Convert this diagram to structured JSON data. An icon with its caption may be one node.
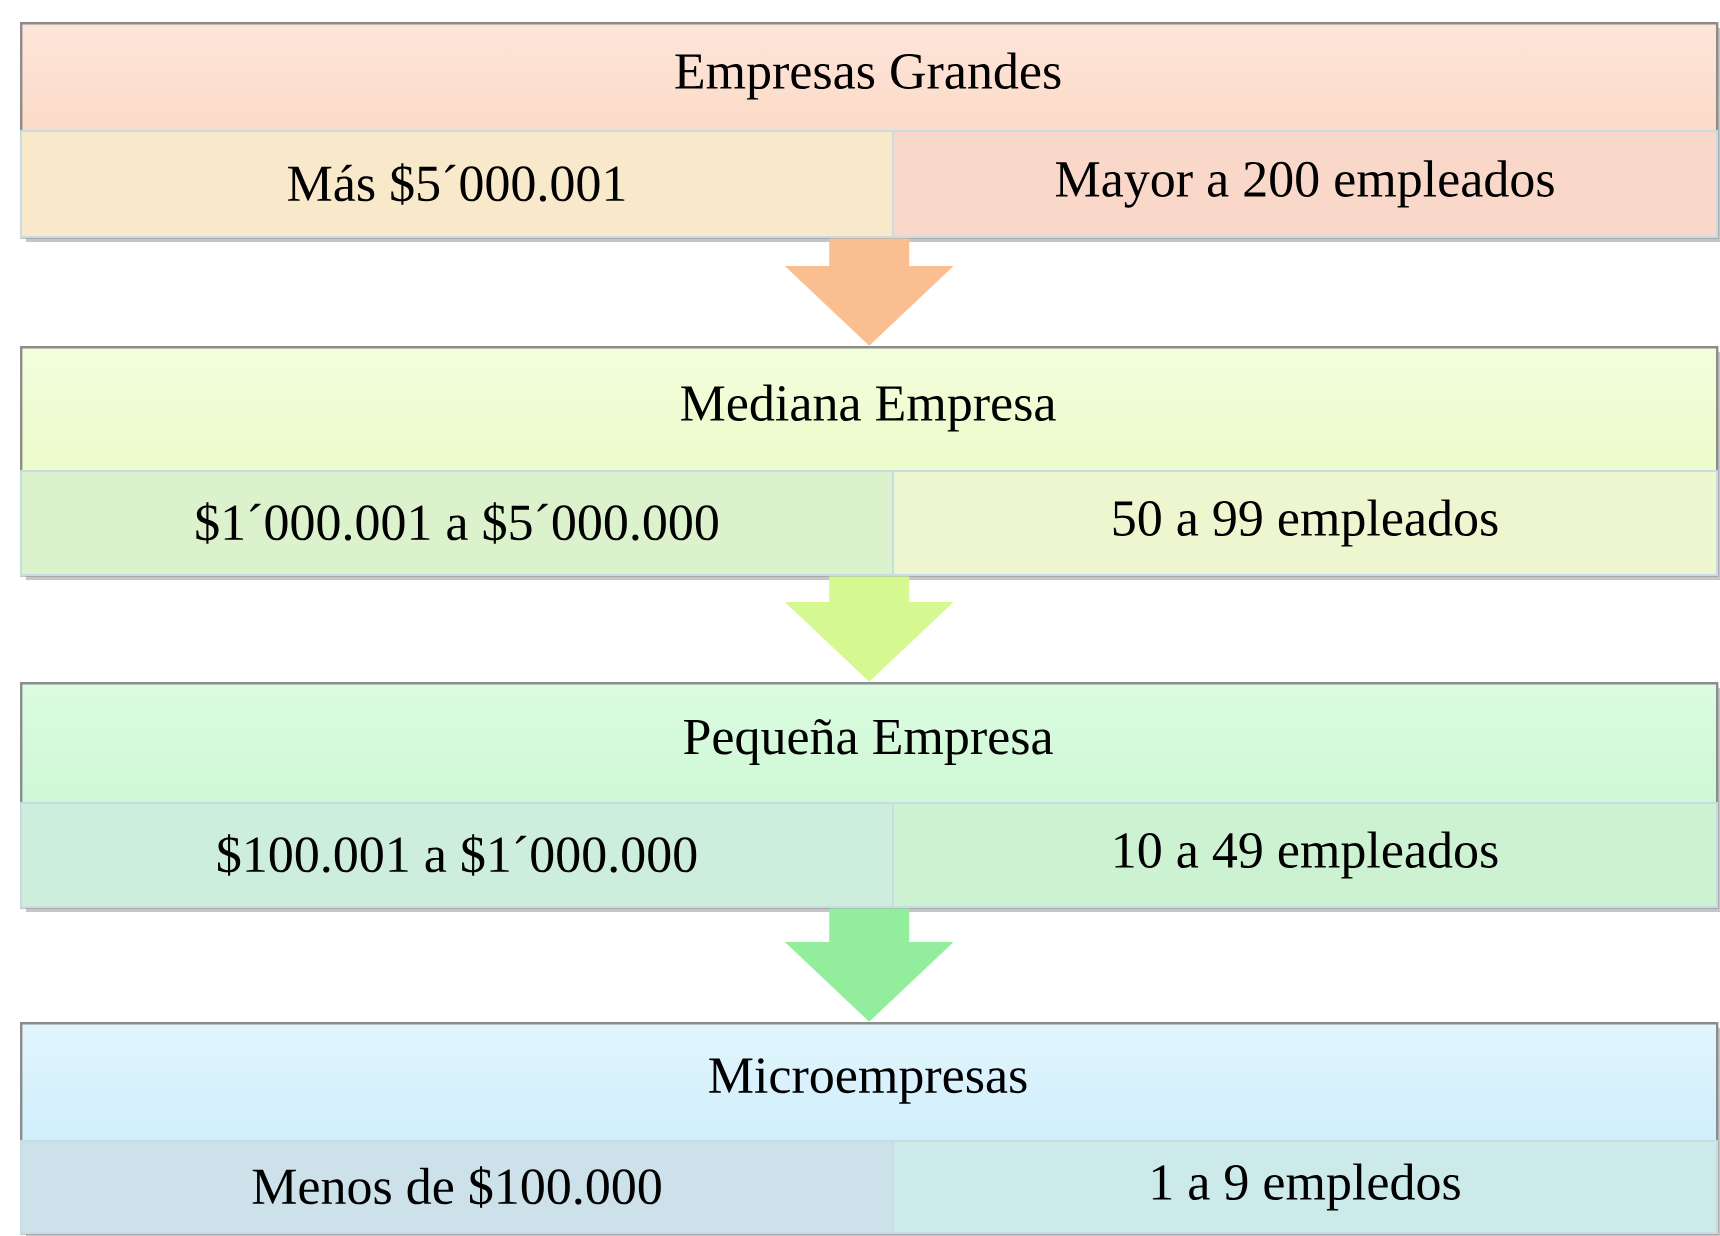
{
  "diagram": {
    "nodes": [
      {
        "text": [
          "Empresas Grandes"
        ]
      },
      {
        "text": [
          "Más $5´000.001"
        ],
        "in": 0
      },
      {
        "text": [
          "Mayor a 200 empleados"
        ],
        "in": 0
      },
      {
        "text": [
          "Mediana Empresa"
        ]
      },
      {
        "text": [
          "$1´000.001 a $5´000.000"
        ],
        "in": 3
      },
      {
        "text": [
          "50 a 99 empleados"
        ],
        "in": 3
      },
      {
        "text": [
          "Pequeña Empresa"
        ]
      },
      {
        "text": [
          "$100.001 a $1´000.000"
        ],
        "in": 6
      },
      {
        "text": [
          "10 a 49 empleados"
        ],
        "in": 6
      },
      {
        "text": [
          "Microempresas"
        ]
      },
      {
        "text": [
          "Menos de $100.000"
        ],
        "in": 9
      },
      {
        "text": [
          "1 a 9 empledos"
        ],
        "in": 9
      }
    ],
    "edges": [
      {
        "from": 0,
        "to": 3,
        "arrow": "to",
        "color": "#fbbe90"
      },
      {
        "from": 3,
        "to": 6,
        "arrow": "to",
        "color": "#d6f890"
      },
      {
        "from": 6,
        "to": 9,
        "arrow": "to",
        "color": "#92ee9c"
      }
    ]
  }
}
